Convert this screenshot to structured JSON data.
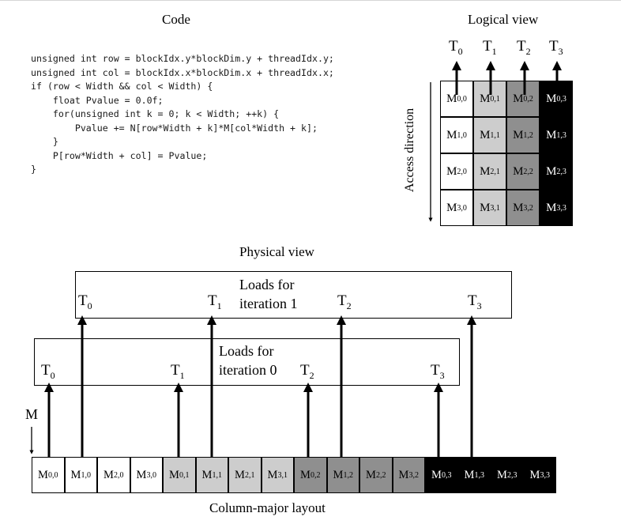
{
  "headings": {
    "code": "Code",
    "logical": "Logical view",
    "physical": "Physical view",
    "layout": "Column-major layout"
  },
  "code_lines": [
    "unsigned int row = blockIdx.y*blockDim.y + threadIdx.y;",
    "unsigned int col = blockIdx.x*blockDim.x + threadIdx.x;",
    "if (row < Width && col < Width) {",
    "    float Pvalue = 0.0f;",
    "    for(unsigned int k = 0; k < Width; ++k) {",
    "        Pvalue += N[row*Width + k]*M[col*Width + k];",
    "    }",
    "    P[row*Width + col] = Pvalue;",
    "}"
  ],
  "access_direction": "Access direction",
  "threads": [
    {
      "base": "T",
      "sub": "0"
    },
    {
      "base": "T",
      "sub": "1"
    },
    {
      "base": "T",
      "sub": "2"
    },
    {
      "base": "T",
      "sub": "3"
    }
  ],
  "matrix_label": "M",
  "column_colors": [
    "#ffffff",
    "#cdcdcd",
    "#8f8f8f",
    "#000000"
  ],
  "column_text_colors": [
    "#000000",
    "#000000",
    "#000000",
    "#ffffff"
  ],
  "logical_cells": [
    [
      {
        "base": "M",
        "sub": "0,0"
      },
      {
        "base": "M",
        "sub": "0,1"
      },
      {
        "base": "M",
        "sub": "0,2"
      },
      {
        "base": "M",
        "sub": "0,3"
      }
    ],
    [
      {
        "base": "M",
        "sub": "1,0"
      },
      {
        "base": "M",
        "sub": "1,1"
      },
      {
        "base": "M",
        "sub": "1,2"
      },
      {
        "base": "M",
        "sub": "1,3"
      }
    ],
    [
      {
        "base": "M",
        "sub": "2,0"
      },
      {
        "base": "M",
        "sub": "2,1"
      },
      {
        "base": "M",
        "sub": "2,2"
      },
      {
        "base": "M",
        "sub": "2,3"
      }
    ],
    [
      {
        "base": "M",
        "sub": "3,0"
      },
      {
        "base": "M",
        "sub": "3,1"
      },
      {
        "base": "M",
        "sub": "3,2"
      },
      {
        "base": "M",
        "sub": "3,3"
      }
    ]
  ],
  "physical_cells": [
    {
      "base": "M",
      "sub": "0,0",
      "col": 0
    },
    {
      "base": "M",
      "sub": "1,0",
      "col": 0
    },
    {
      "base": "M",
      "sub": "2,0",
      "col": 0
    },
    {
      "base": "M",
      "sub": "3,0",
      "col": 0
    },
    {
      "base": "M",
      "sub": "0,1",
      "col": 1
    },
    {
      "base": "M",
      "sub": "1,1",
      "col": 1
    },
    {
      "base": "M",
      "sub": "2,1",
      "col": 1
    },
    {
      "base": "M",
      "sub": "3,1",
      "col": 1
    },
    {
      "base": "M",
      "sub": "0,2",
      "col": 2
    },
    {
      "base": "M",
      "sub": "1,2",
      "col": 2
    },
    {
      "base": "M",
      "sub": "2,2",
      "col": 2
    },
    {
      "base": "M",
      "sub": "3,2",
      "col": 2
    },
    {
      "base": "M",
      "sub": "0,3",
      "col": 3
    },
    {
      "base": "M",
      "sub": "1,3",
      "col": 3
    },
    {
      "base": "M",
      "sub": "2,3",
      "col": 3
    },
    {
      "base": "M",
      "sub": "3,3",
      "col": 3
    }
  ],
  "iterations": [
    {
      "line1": "Loads for",
      "line2": "iteration 0"
    },
    {
      "line1": "Loads for",
      "line2": "iteration 1"
    }
  ]
}
